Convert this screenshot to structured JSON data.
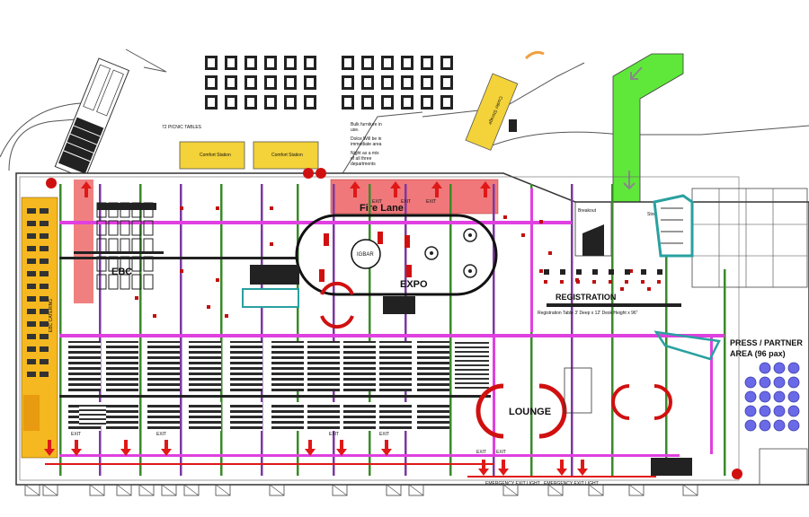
{
  "labels": {
    "picnic_tables": "72 PICNIC TABLES",
    "comfort_station_1": "Comfort Station",
    "comfort_station_2": "Comfort Station",
    "cooler_storage": "Cooler Storage",
    "bulk_note_1": "Bulk furniture in",
    "bulk_note_2": "use.",
    "dolce_note_1": "Dolce Will be in",
    "dolce_note_2": "immediate area",
    "night_note_1": "Night as a mix",
    "night_note_2": "of all three",
    "night_note_3": "departments",
    "fire_lane": "Fire Lane",
    "ebc": "EBC",
    "ebc_catering": "EBC CATERING",
    "igbar": "IGBAR",
    "expo": "EXPO",
    "registration": "REGISTRATION",
    "reg_table_note": "Registration Table 3' Deep x 12' Desk Height x 96\"",
    "press_partner": "PRESS / PARTNER",
    "press_area": "AREA (96 pax)",
    "lounge": "LOUNGE",
    "exit": "EXIT",
    "breakout": "Breakout",
    "storage": "Storage",
    "emergency_light": "EMERGENCY EXIT LIGHT"
  },
  "colors": {
    "fire_lane": "#f0787a",
    "ebc_strip": "#f08080",
    "catering": "#f5b820",
    "path": "#5fe83a",
    "magenta": "#e040e0",
    "green_col": "#3a8a2a",
    "purple_col": "#7a3aa0",
    "teal": "#2aa0a0",
    "red_mark": "#d01010",
    "press_circle": "#6a6ae8",
    "yellow_station": "#f3d23a"
  },
  "icons": [
    "exit-arrow-icon",
    "table-icon",
    "chair-icon",
    "stage-icon"
  ]
}
